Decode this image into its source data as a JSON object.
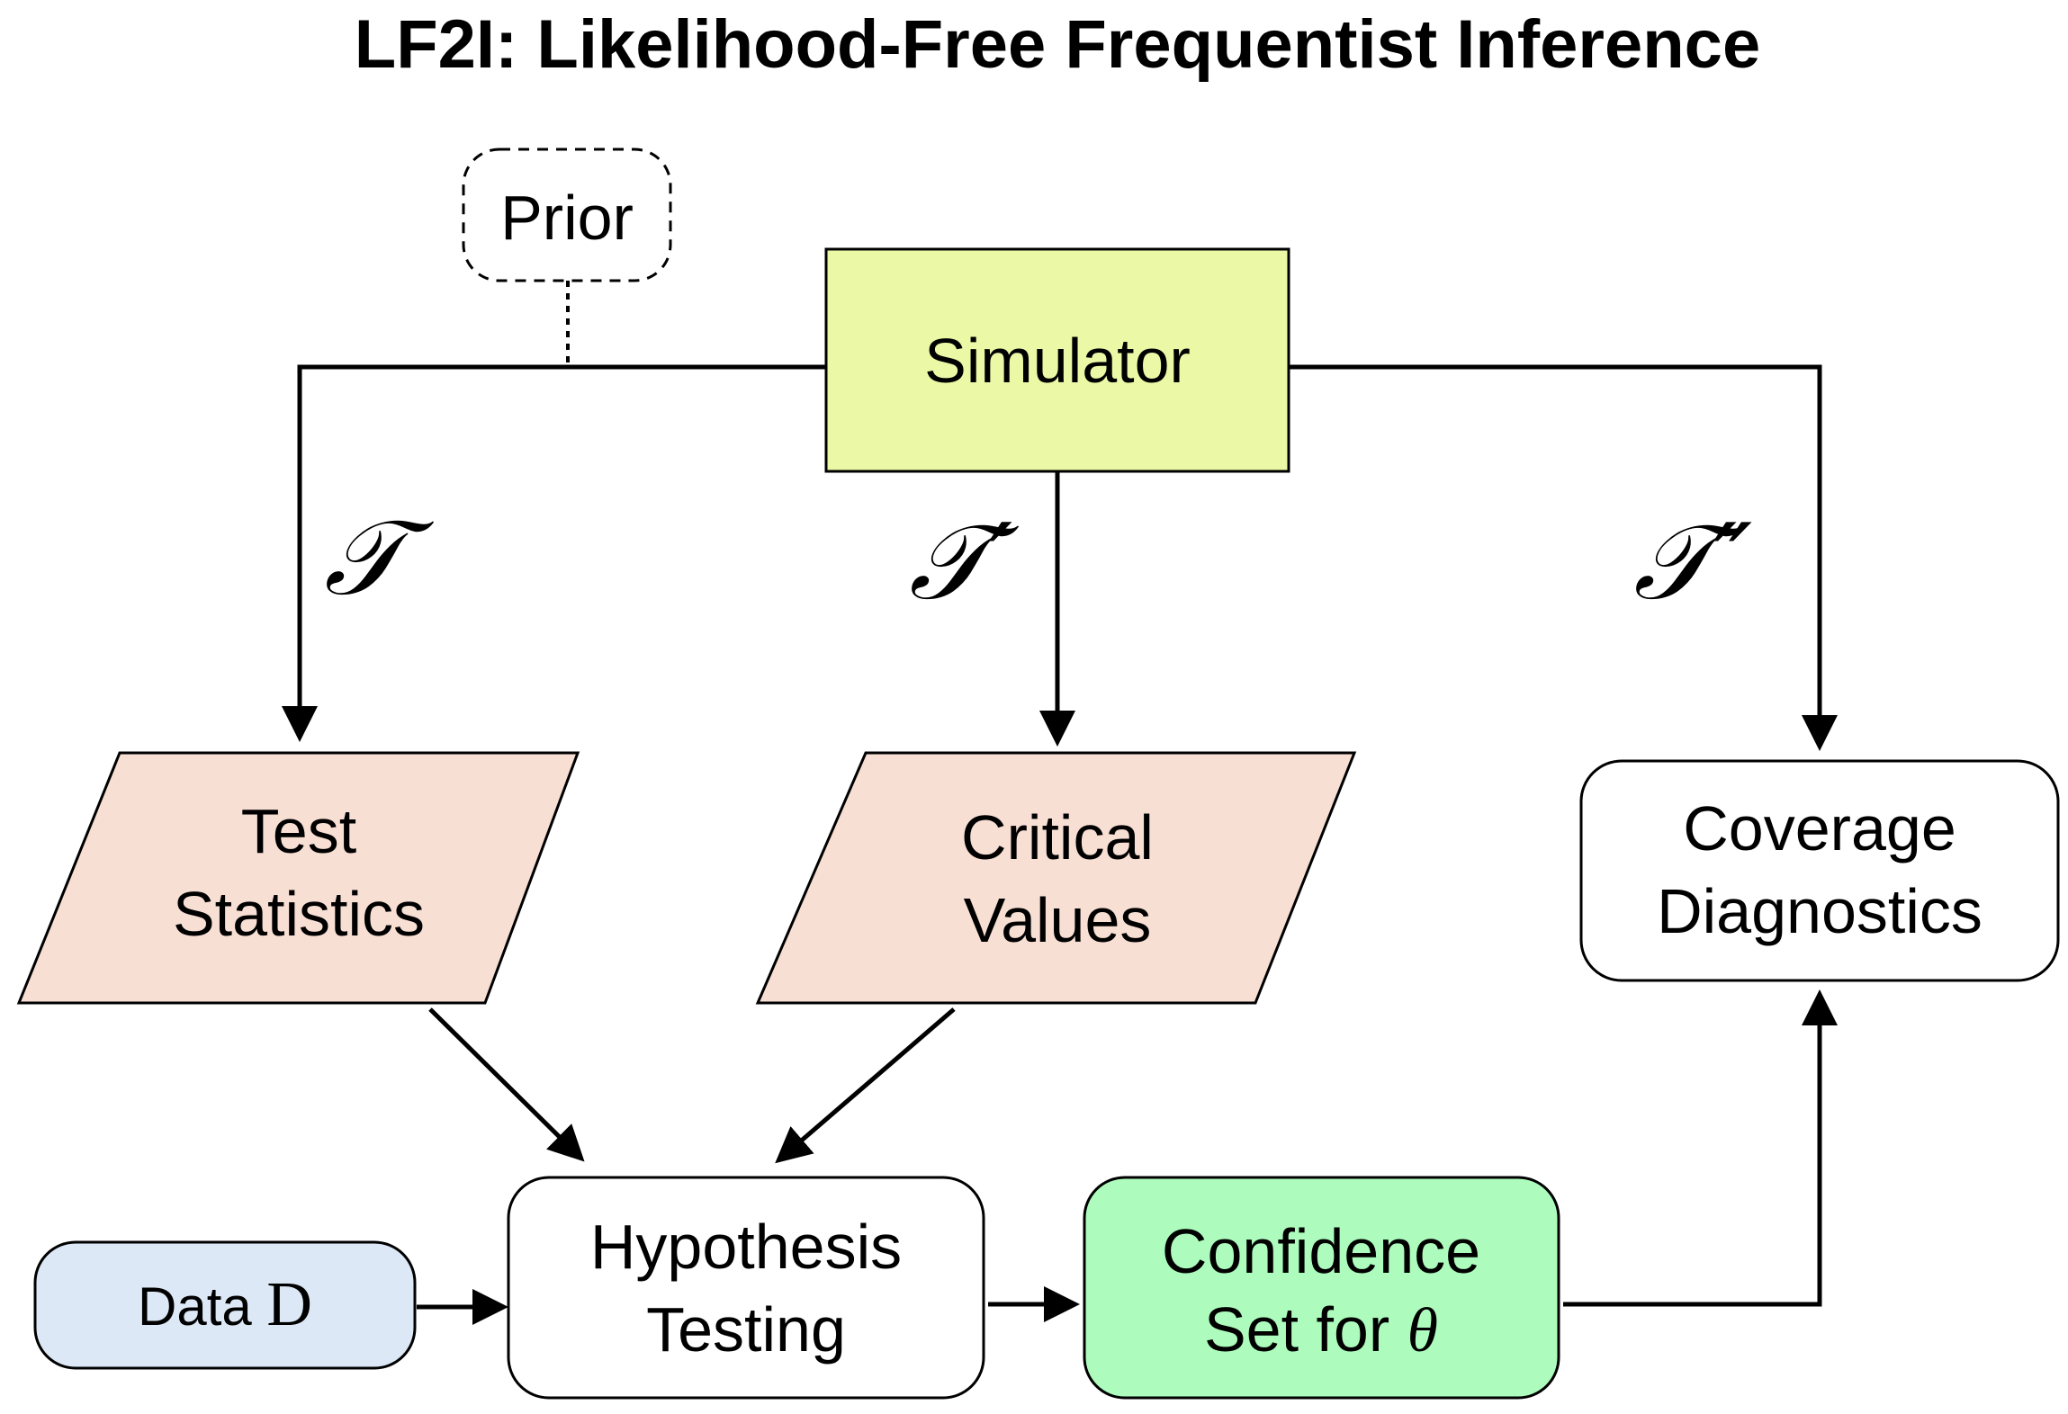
{
  "title": "LF2I: Likelihood-Free Frequentist Inference",
  "nodes": {
    "prior": {
      "label": "Prior"
    },
    "simulator": {
      "label": "Simulator",
      "fill": "#ebf9a6"
    },
    "test_statistics": {
      "line1": "Test",
      "line2": "Statistics",
      "fill": "#f8dfd4"
    },
    "critical_values": {
      "line1": "Critical",
      "line2": "Values",
      "fill": "#f8dfd4"
    },
    "coverage_diagnostics": {
      "line1": "Coverage",
      "line2": "Diagnostics",
      "fill": "#ffffff"
    },
    "data": {
      "label": "Data",
      "symbol": "D",
      "fill": "#dde8f6"
    },
    "hypothesis_testing": {
      "line1": "Hypothesis",
      "line2": "Testing",
      "fill": "#ffffff"
    },
    "confidence_set": {
      "line1": "Confidence",
      "line2": "Set for",
      "symbol": "θ",
      "fill": "#adfcbd"
    }
  },
  "edge_labels": {
    "train_set": "𝒯",
    "train_set_prime": "𝒯′",
    "train_set_double_prime": "𝒯″"
  },
  "colors": {
    "stroke": "#000000",
    "simulator_fill": "#ebf9a6",
    "parallelogram_fill": "#f8dfd4",
    "data_fill": "#dde8f6",
    "confidence_fill": "#adfcbd"
  }
}
